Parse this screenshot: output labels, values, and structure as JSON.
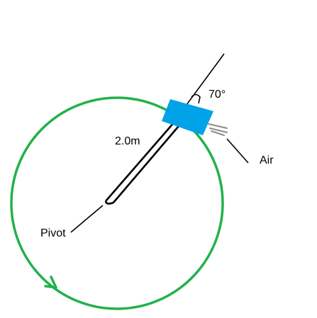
{
  "labels": {
    "length": "2.0m",
    "angle": "70°",
    "air": "Air",
    "pivot": "Pivot"
  },
  "colors": {
    "circle": "#22b14c",
    "blade": "#00a2e8",
    "ink": "#000000",
    "air_streaks": "#8c8c8c"
  }
}
